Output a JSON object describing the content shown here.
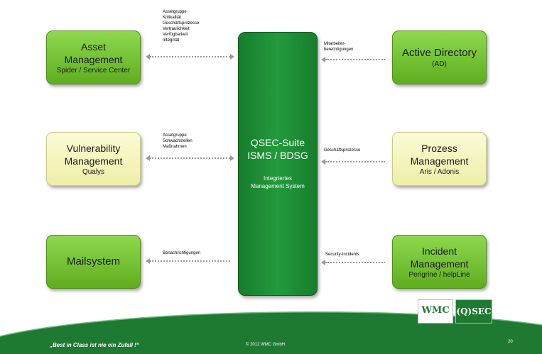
{
  "boxes": {
    "asset": {
      "line1": "Asset",
      "line2": "Management",
      "line3": "Spider / Service Center"
    },
    "vuln": {
      "line1": "Vulnerability",
      "line2": "Management",
      "line3": "Qualys"
    },
    "mail": {
      "line1": "Mailsystem"
    },
    "ad": {
      "line1": "Active Directory",
      "line2": "(AD)"
    },
    "prozess": {
      "line1": "Prozess",
      "line2": "Management",
      "line3": "Aris / Adonis"
    },
    "incident": {
      "line1": "Incident",
      "line2": "Management",
      "line3": "Perigrine / helpLine"
    }
  },
  "center": {
    "title1": "QSEC-Suite",
    "title2": "ISMS / BDSG",
    "sub1": "Integriertes",
    "sub2": "Management System"
  },
  "labels": {
    "asset": [
      "Assetgruppe",
      "Kritikalität",
      "Geschäftsprozesse",
      "Vertraulichkeit",
      "Verfügbarkeit",
      "Integrität"
    ],
    "vuln": [
      "Assetgruppe",
      "Schwachstellen",
      "Maßnahmen"
    ],
    "mail": [
      "Benachrichtigungen"
    ],
    "ad": [
      "Mitarbeiter-",
      "berechtigungen"
    ],
    "prozess": [
      "Geschäftsprozesse"
    ],
    "incident": [
      "Security-Incidents"
    ]
  },
  "footer": {
    "slogan": "„Best in Class ist nie ein Zufall !“",
    "copyright": "© 2012 WMC GmbH",
    "page": "20",
    "logo1": "WMC",
    "logo2": "(Q)SEC"
  },
  "colors": {
    "green_box": "#6cbf2a",
    "yellow_box": "#f4f4bc",
    "center": "#1f8f36",
    "footer": "#1e7a33"
  }
}
